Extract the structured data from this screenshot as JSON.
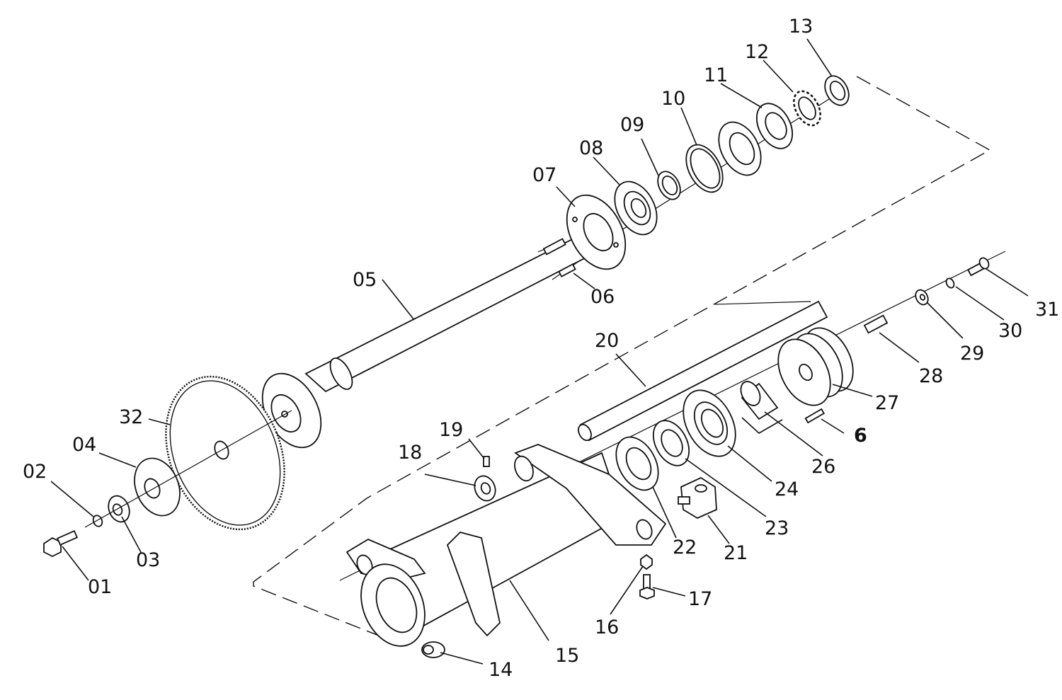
{
  "labels": {
    "p01": "01",
    "p02": "02",
    "p03": "03",
    "p04": "04",
    "p05": "05",
    "p06": "06",
    "p07": "07",
    "p08": "08",
    "p09": "09",
    "p10": "10",
    "p11": "11",
    "p12": "12",
    "p13": "13",
    "p14": "14",
    "p15": "15",
    "p16": "16",
    "p17": "17",
    "p18": "18",
    "p19": "19",
    "p20": "20",
    "p21": "21",
    "p22": "22",
    "p23": "23",
    "p24": "24",
    "p26": "26",
    "p6b": "6",
    "p27": "27",
    "p28": "28",
    "p29": "29",
    "p30": "30",
    "p31": "31",
    "p32": "32"
  }
}
